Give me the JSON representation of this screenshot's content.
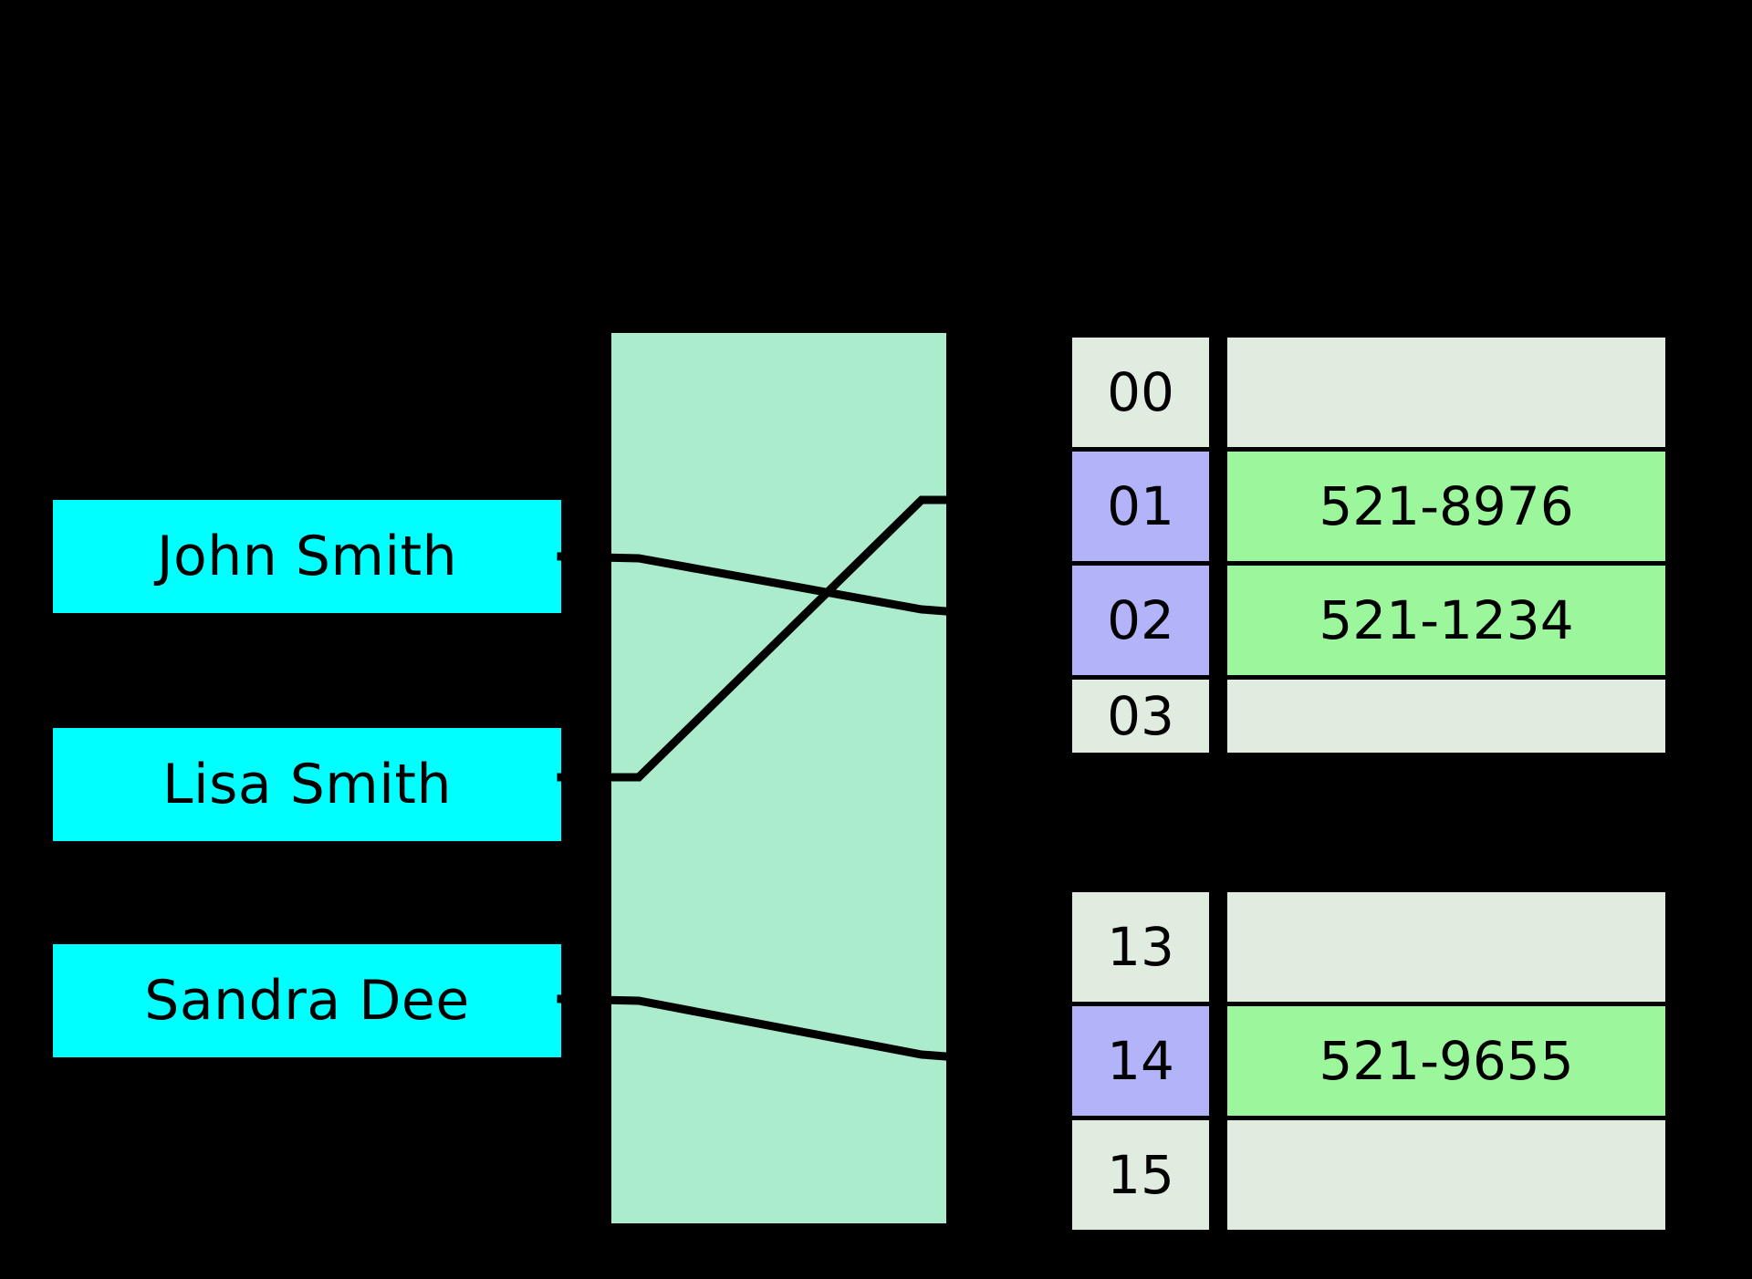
{
  "diagram": {
    "title": "Hash table separate-chaining / bucket lookup illustration",
    "background_color": "#000000",
    "key_box_color": "#00ffff",
    "hash_box_color": "#aaeccc",
    "index_filled_color": "#b3b3fa",
    "index_empty_color": "#e0ece0",
    "value_filled_color": "#9cf79c",
    "value_empty_color": "#e0ece0",
    "wire_color": "#000000"
  },
  "keys": [
    {
      "label": "John Smith"
    },
    {
      "label": "Lisa Smith"
    },
    {
      "label": "Sandra Dee"
    }
  ],
  "hash_function": {
    "label": ""
  },
  "buckets": {
    "top_group": [
      {
        "index": "00",
        "value": "",
        "index_state": "empty",
        "value_state": "empty"
      },
      {
        "index": "01",
        "value": "521-8976",
        "index_state": "filled",
        "value_state": "filled"
      },
      {
        "index": "02",
        "value": "521-1234",
        "index_state": "filled",
        "value_state": "filled"
      },
      {
        "index": "03",
        "value": "",
        "index_state": "empty",
        "value_state": "empty"
      }
    ],
    "bottom_group": [
      {
        "index": "13",
        "value": "",
        "index_state": "empty",
        "value_state": "empty"
      },
      {
        "index": "14",
        "value": "521-9655",
        "index_state": "filled",
        "value_state": "filled"
      },
      {
        "index": "15",
        "value": "",
        "index_state": "empty",
        "value_state": "empty"
      }
    ]
  },
  "connectors": [
    {
      "from": "John Smith",
      "to": "02"
    },
    {
      "from": "Lisa Smith",
      "to": "01"
    },
    {
      "from": "Sandra Dee",
      "to": "14"
    }
  ]
}
